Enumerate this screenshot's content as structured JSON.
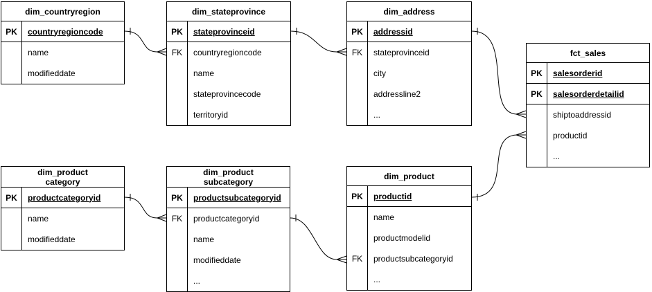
{
  "diagram": {
    "entities": [
      {
        "id": "dim_countryregion",
        "title": "dim_countryregion",
        "rows": [
          {
            "key": "PK",
            "name": "countryregioncode"
          },
          {
            "key": "",
            "name": "name"
          },
          {
            "key": "",
            "name": "modifieddate"
          }
        ]
      },
      {
        "id": "dim_stateprovince",
        "title": "dim_stateprovince",
        "rows": [
          {
            "key": "PK",
            "name": "stateprovinceid"
          },
          {
            "key": "FK",
            "name": "countryregioncode"
          },
          {
            "key": "",
            "name": "name"
          },
          {
            "key": "",
            "name": "stateprovincecode"
          },
          {
            "key": "",
            "name": "territoryid"
          }
        ]
      },
      {
        "id": "dim_address",
        "title": "dim_address",
        "rows": [
          {
            "key": "PK",
            "name": "addressid"
          },
          {
            "key": "FK",
            "name": "stateprovinceid"
          },
          {
            "key": "",
            "name": "city"
          },
          {
            "key": "",
            "name": "addressline2"
          },
          {
            "key": "",
            "name": "..."
          }
        ]
      },
      {
        "id": "fct_sales",
        "title": "fct_sales",
        "rows": [
          {
            "key": "PK",
            "name": "salesorderid"
          },
          {
            "key": "PK",
            "name": "salesorderdetailid"
          },
          {
            "key": "",
            "name": "shiptoaddressid"
          },
          {
            "key": "",
            "name": "productid"
          },
          {
            "key": "",
            "name": "..."
          }
        ]
      },
      {
        "id": "dim_productcategory",
        "title": "dim_product\ncategory",
        "rows": [
          {
            "key": "PK",
            "name": "productcategoryid"
          },
          {
            "key": "",
            "name": "name"
          },
          {
            "key": "",
            "name": "modifieddate"
          }
        ]
      },
      {
        "id": "dim_productsubcategory",
        "title": "dim_product\nsubcategory",
        "rows": [
          {
            "key": "PK",
            "name": "productsubcategoryid"
          },
          {
            "key": "FK",
            "name": "productcategoryid"
          },
          {
            "key": "",
            "name": "name"
          },
          {
            "key": "",
            "name": "modifieddate"
          },
          {
            "key": "",
            "name": "..."
          }
        ]
      },
      {
        "id": "dim_product",
        "title": "dim_product",
        "rows": [
          {
            "key": "PK",
            "name": "productid"
          },
          {
            "key": "",
            "name": "name"
          },
          {
            "key": "",
            "name": "productmodelid"
          },
          {
            "key": "FK",
            "name": "productsubcategoryid"
          },
          {
            "key": "",
            "name": "..."
          }
        ]
      }
    ],
    "relationships": [
      {
        "from": "dim_countryregion.countryregioncode",
        "to": "dim_stateprovince.countryregioncode",
        "cardinality": "one-to-many"
      },
      {
        "from": "dim_stateprovince.stateprovinceid",
        "to": "dim_address.stateprovinceid",
        "cardinality": "one-to-many"
      },
      {
        "from": "dim_address.addressid",
        "to": "fct_sales.shiptoaddressid",
        "cardinality": "one-to-many"
      },
      {
        "from": "dim_product.productid",
        "to": "fct_sales.productid",
        "cardinality": "one-to-many"
      },
      {
        "from": "dim_productcategory.productcategoryid",
        "to": "dim_productsubcategory.productcategoryid",
        "cardinality": "one-to-many"
      },
      {
        "from": "dim_productsubcategory.productsubcategoryid",
        "to": "dim_product.productsubcategoryid",
        "cardinality": "one-to-many"
      }
    ],
    "colors": {
      "stroke": "#000000",
      "fill": "#ffffff",
      "text": "#000000"
    }
  }
}
